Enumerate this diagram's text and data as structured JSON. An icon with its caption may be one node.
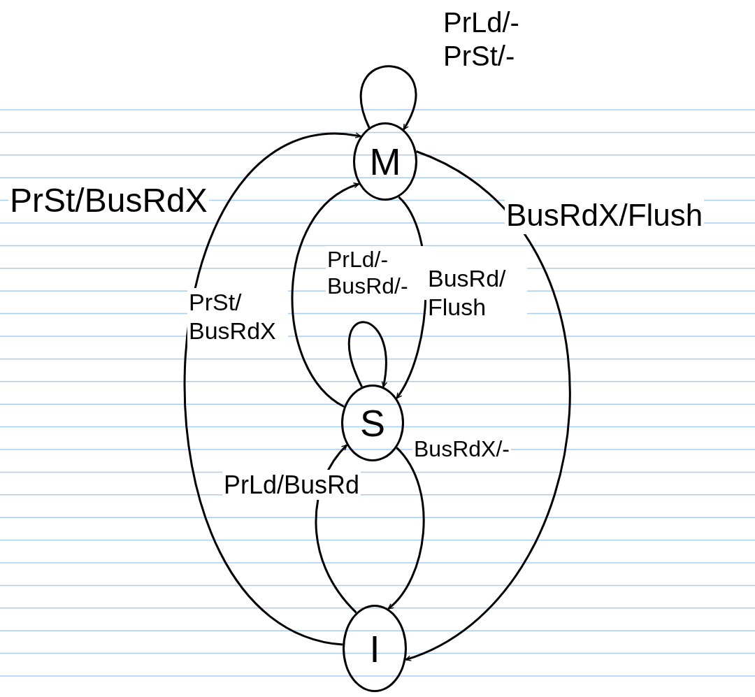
{
  "diagram": {
    "nodes": [
      {
        "text": [
          "M"
        ]
      },
      {
        "text": [
          "S"
        ]
      },
      {
        "text": [
          "I"
        ]
      }
    ],
    "edges": [
      {
        "from": 0,
        "to": 0,
        "arrow": "to",
        "label": "PrLd/- PrSt/-"
      },
      {
        "from": 2,
        "to": 0,
        "arrow": "to",
        "label": "PrSt/BusRdX"
      },
      {
        "from": 1,
        "to": 0,
        "arrow": "to",
        "label": "PrSt/ BusRdX"
      },
      {
        "from": 0,
        "to": 1,
        "arrow": "to",
        "label": "BusRd/ Flush"
      },
      {
        "from": 1,
        "to": 1,
        "arrow": "to",
        "label": "PrLd/- BusRd/-"
      },
      {
        "from": 0,
        "to": 2,
        "arrow": "to",
        "label": "BusRdX/Flush"
      },
      {
        "from": 1,
        "to": 2,
        "arrow": "to",
        "label": "BusRdX/-"
      },
      {
        "from": 2,
        "to": 1,
        "arrow": "to",
        "label": "PrLd/BusRd"
      }
    ]
  }
}
